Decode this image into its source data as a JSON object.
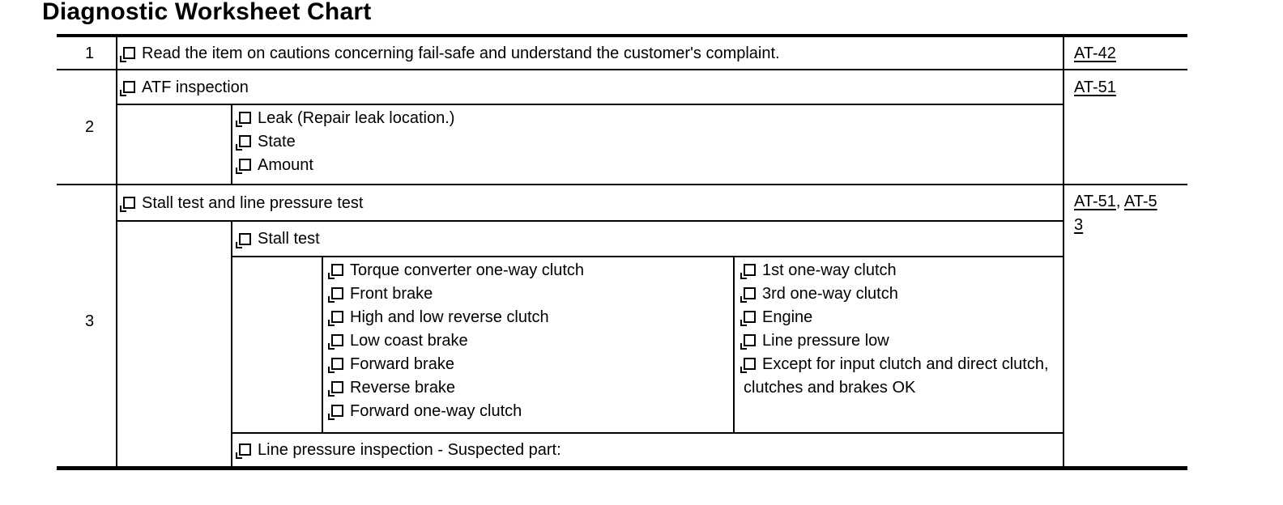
{
  "title": "Diagnostic Worksheet Chart",
  "link_separator": ", ",
  "rows": [
    {
      "number": "1",
      "item": "Read the item on cautions concerning fail-safe and understand the customer's complaint.",
      "link": "AT-42"
    },
    {
      "number": "2",
      "item": "ATF inspection",
      "sub_items": [
        "Leak (Repair leak location.)",
        "State",
        "Amount"
      ],
      "link": "AT-51"
    },
    {
      "number": "3",
      "item": "Stall test and line pressure test",
      "stall_test": "Stall test",
      "stall_left_items": [
        "Torque converter one-way clutch",
        "Front brake",
        "High and low reverse clutch",
        "Low coast brake",
        "Forward brake",
        "Reverse brake",
        "Forward one-way clutch"
      ],
      "stall_right_items": [
        "1st one-way clutch",
        "3rd one-way clutch",
        "Engine",
        "Line pressure low",
        "Except for input clutch and direct clutch, clutches and brakes OK"
      ],
      "line_pressure": "Line pressure inspection - Suspected part:",
      "links": [
        "AT-51",
        "AT-53"
      ]
    }
  ]
}
